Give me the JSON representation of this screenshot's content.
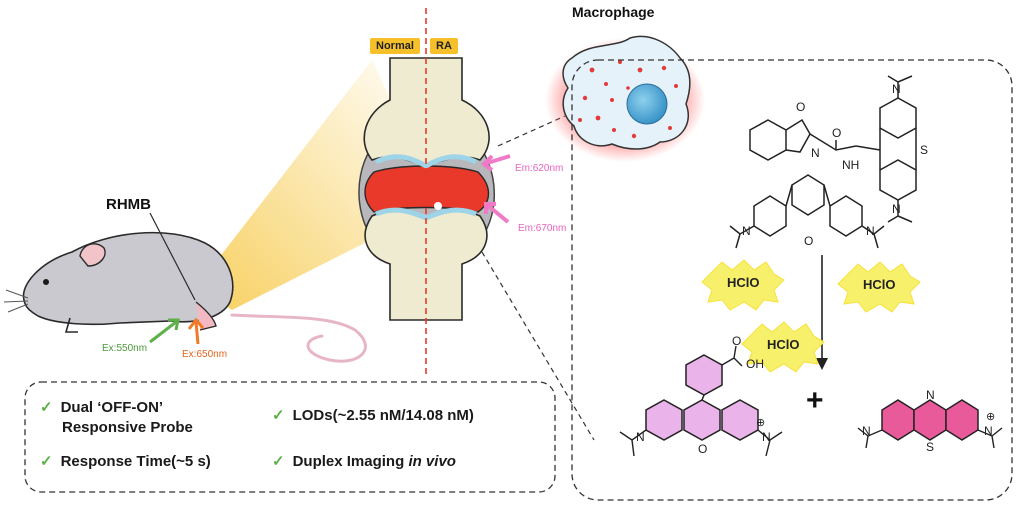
{
  "labels": {
    "macrophage": "Macrophage",
    "normal": "Normal",
    "ra": "RA",
    "rhmb": "RHMB",
    "em_620": "Em:620nm",
    "em_670": "Em:670nm",
    "ex_550": "Ex:550nm",
    "ex_650": "Ex:650nm",
    "hclo": "HClO"
  },
  "features": {
    "item1_line1": "Dual ‘OFF-ON’",
    "item1_line2": "Responsive Probe",
    "item2": "Response Time(~5 s)",
    "item3": "LODs(~2.55 nM/14.08 nM)",
    "item4_prefix": "Duplex Imaging ",
    "item4_em": "in vivo",
    "check": "✓"
  },
  "chem": {
    "o": "O",
    "s": "S",
    "n": "N",
    "nh": "NH",
    "oh": "OH",
    "plus": "+",
    "charge": "⊕"
  },
  "colors": {
    "tag": "#f5c02a",
    "joint_red": "#e8392b",
    "em_pink": "#f07ac8",
    "ex_green": "#5db04a",
    "ex_orange": "#f07a28",
    "rhodamine_fill": "#eab3e9",
    "methylene_fill": "#e95a9b",
    "check_green": "#5db04a"
  }
}
